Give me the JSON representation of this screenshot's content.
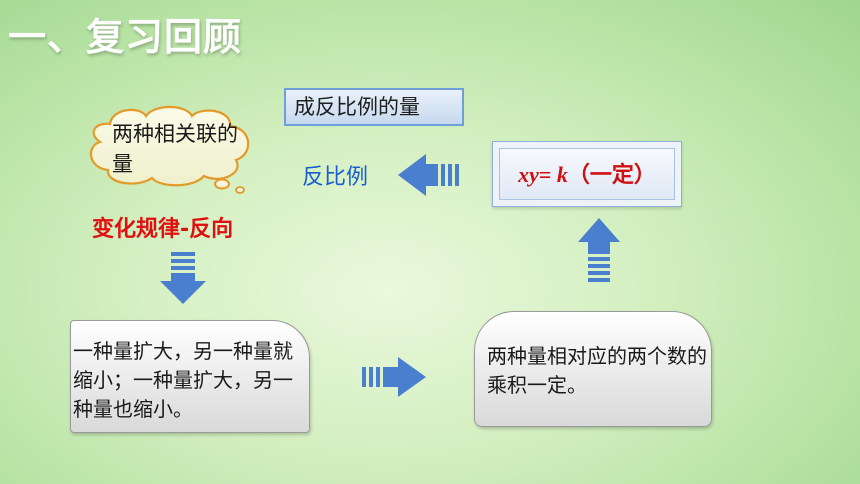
{
  "header": {
    "title": "一、复习回顾"
  },
  "diagram": {
    "quantity_label": "成反比例的量",
    "cloud_text": "两种相关联的量",
    "rule_label": "变化规律-反向",
    "inverse_label": "反比例",
    "formula": {
      "xy": "xy",
      "eq": "= ",
      "k": "k",
      "note": "（一定）"
    },
    "left_box_text": "一种量扩大，另一种量就缩小；一种量扩大，另一种量也缩小。",
    "right_box_text": "两种量相对应的两个数的乘积一定。"
  },
  "colors": {
    "arrow_blue": "#4a7fd0",
    "rule_red": "#e01010",
    "inverse_blue": "#1a5fd0"
  }
}
